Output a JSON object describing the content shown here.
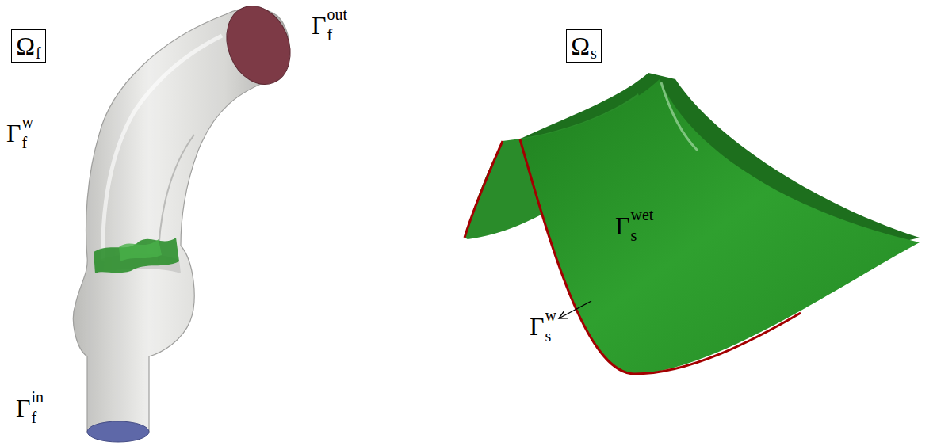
{
  "diagram": {
    "nodes": [
      {
        "text": [
          "Ωf"
        ]
      },
      {
        "text": [
          "Ωs"
        ]
      }
    ],
    "labels": [
      "Γfout",
      "Γfw",
      "Γfin",
      "Γswet",
      "Γsw"
    ]
  }
}
